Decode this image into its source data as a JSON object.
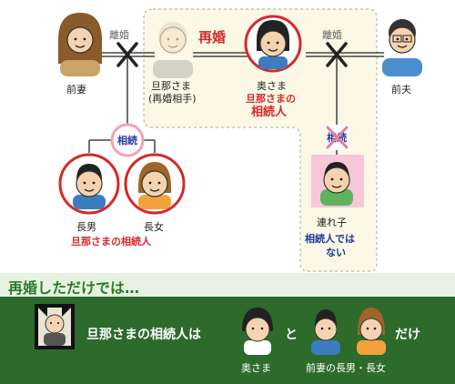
{
  "people": {
    "ex_wife": "前妻",
    "husband_line1": "旦那さま",
    "husband_line2": "(再婚相手)",
    "wife": "奥さま",
    "wife_heir_line1": "旦那さまの",
    "wife_heir_line2": "相続人",
    "ex_husband": "前夫",
    "eldest_son": "長男",
    "eldest_daughter": "長女",
    "children_heir": "旦那さまの相続人",
    "stepchild": "連れ子",
    "stepchild_note_line1": "相続人では",
    "stepchild_note_line2": "ない"
  },
  "relations": {
    "divorce_left": "離婚",
    "remarriage": "再婚",
    "divorce_right": "離婚",
    "inherit_children": "相続",
    "inherit_stepchild": "相続"
  },
  "summary": {
    "headline": "再婚しただけでは…",
    "main_text": "旦那さまの相続人は",
    "and_text": "と",
    "only_text": "だけ",
    "wife_caption": "奥さま",
    "children_caption": "前妻の長男・長女"
  },
  "colors": {
    "red": "#d42a2a",
    "dark_green": "#2c6b2c",
    "light_green": "#e8f2e2",
    "cream": "#fbf8e6",
    "pink": "#f7c7d7",
    "navy": "#1f3a9e"
  },
  "icons": [
    "cross-icon",
    "person-icon",
    "framed-portrait-icon"
  ]
}
